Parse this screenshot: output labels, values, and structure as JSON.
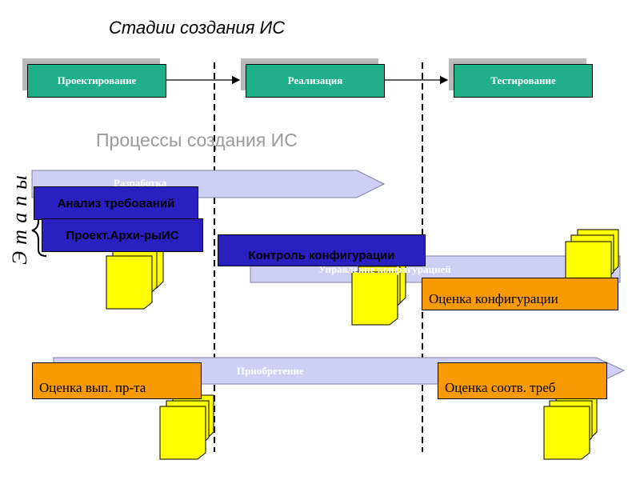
{
  "stages_title": "Стадии создания ИС",
  "stages": [
    {
      "label": "Проектирование"
    },
    {
      "label": "Реализация"
    },
    {
      "label": "Тестирование"
    }
  ],
  "processes_title": "Процессы создания ИС",
  "vertical_label": "Этапы",
  "bands": {
    "development": "Разработка",
    "config_management": "Управление конфигурацией",
    "acquisition": "Приобретение"
  },
  "boxes": {
    "req_analysis": "Анализ требований",
    "arch_design": "Проект.Архи-рыИС",
    "config_control": "Контроль конфигурации",
    "config_assessment": "Оценка конфигурации",
    "product_assessment": "Оценка вып. пр-та",
    "req_compliance": "Оценка соотв. треб"
  },
  "colors": {
    "stage_green": "#1fb08a",
    "blue_box": "#2a1fbf",
    "band_lavender": "#cfcff5",
    "orange_box": "#f79a06",
    "document_yellow": "#ffff00"
  }
}
